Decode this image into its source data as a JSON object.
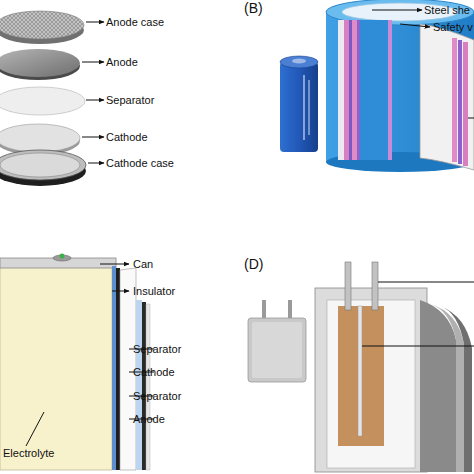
{
  "diagram": {
    "labels": [
      "Anode case",
      "Anode",
      "Separator",
      "Cathode",
      "Cathode case",
      "(B)",
      "Steel she",
      "Safety v",
      "Can",
      "Insulator",
      "Separator",
      "Cathode",
      "Separator",
      "Anode",
      "Electrolyte",
      "(D)"
    ]
  }
}
